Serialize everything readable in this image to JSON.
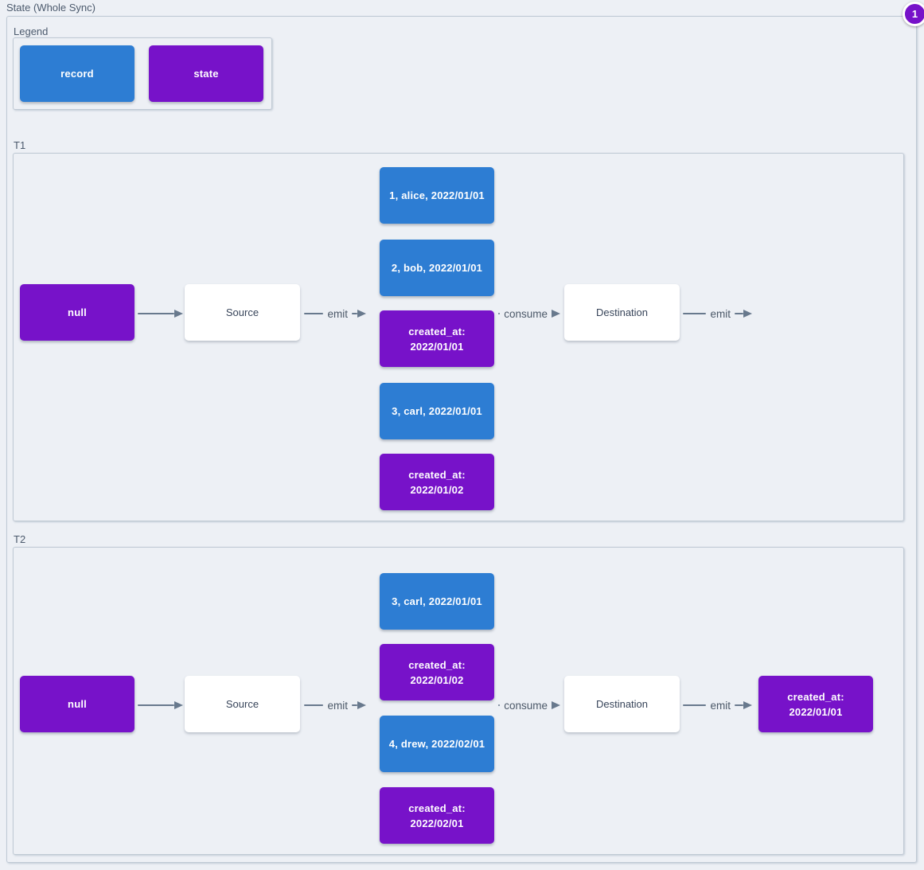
{
  "title": "State (Whole Sync)",
  "badge": "1",
  "colors": {
    "record": "#2d7dd3",
    "state": "#7712c9",
    "arrow": "#68798d",
    "background": "#edf0f5"
  },
  "legend": {
    "label": "Legend",
    "items": [
      {
        "type": "record",
        "label": "record"
      },
      {
        "type": "state",
        "label": "state"
      }
    ]
  },
  "sections": [
    {
      "label": "T1",
      "nodes": {
        "start": "null",
        "source": "Source",
        "destination": "Destination"
      },
      "arrows": {
        "emit_in": "emit",
        "consume": "consume",
        "emit_out": "emit"
      },
      "column": [
        {
          "type": "record",
          "label": "1, alice, 2022/01/01"
        },
        {
          "type": "record",
          "label": "2, bob, 2022/01/01"
        },
        {
          "type": "state",
          "label": "created_at:\n2022/01/01"
        },
        {
          "type": "record",
          "label": "3, carl, 2022/01/01"
        },
        {
          "type": "state",
          "label": "created_at:\n2022/01/02"
        }
      ]
    },
    {
      "label": "T2",
      "nodes": {
        "start": "null",
        "source": "Source",
        "destination": "Destination"
      },
      "arrows": {
        "emit_in": "emit",
        "consume": "consume",
        "emit_out": "emit"
      },
      "column": [
        {
          "type": "record",
          "label": "3, carl, 2022/01/01"
        },
        {
          "type": "state",
          "label": "created_at:\n2022/01/02"
        },
        {
          "type": "record",
          "label": "4, drew, 2022/02/01"
        },
        {
          "type": "state",
          "label": "created_at:\n2022/02/01"
        }
      ],
      "output": {
        "type": "state",
        "label": "created_at:\n2022/01/01"
      }
    }
  ]
}
